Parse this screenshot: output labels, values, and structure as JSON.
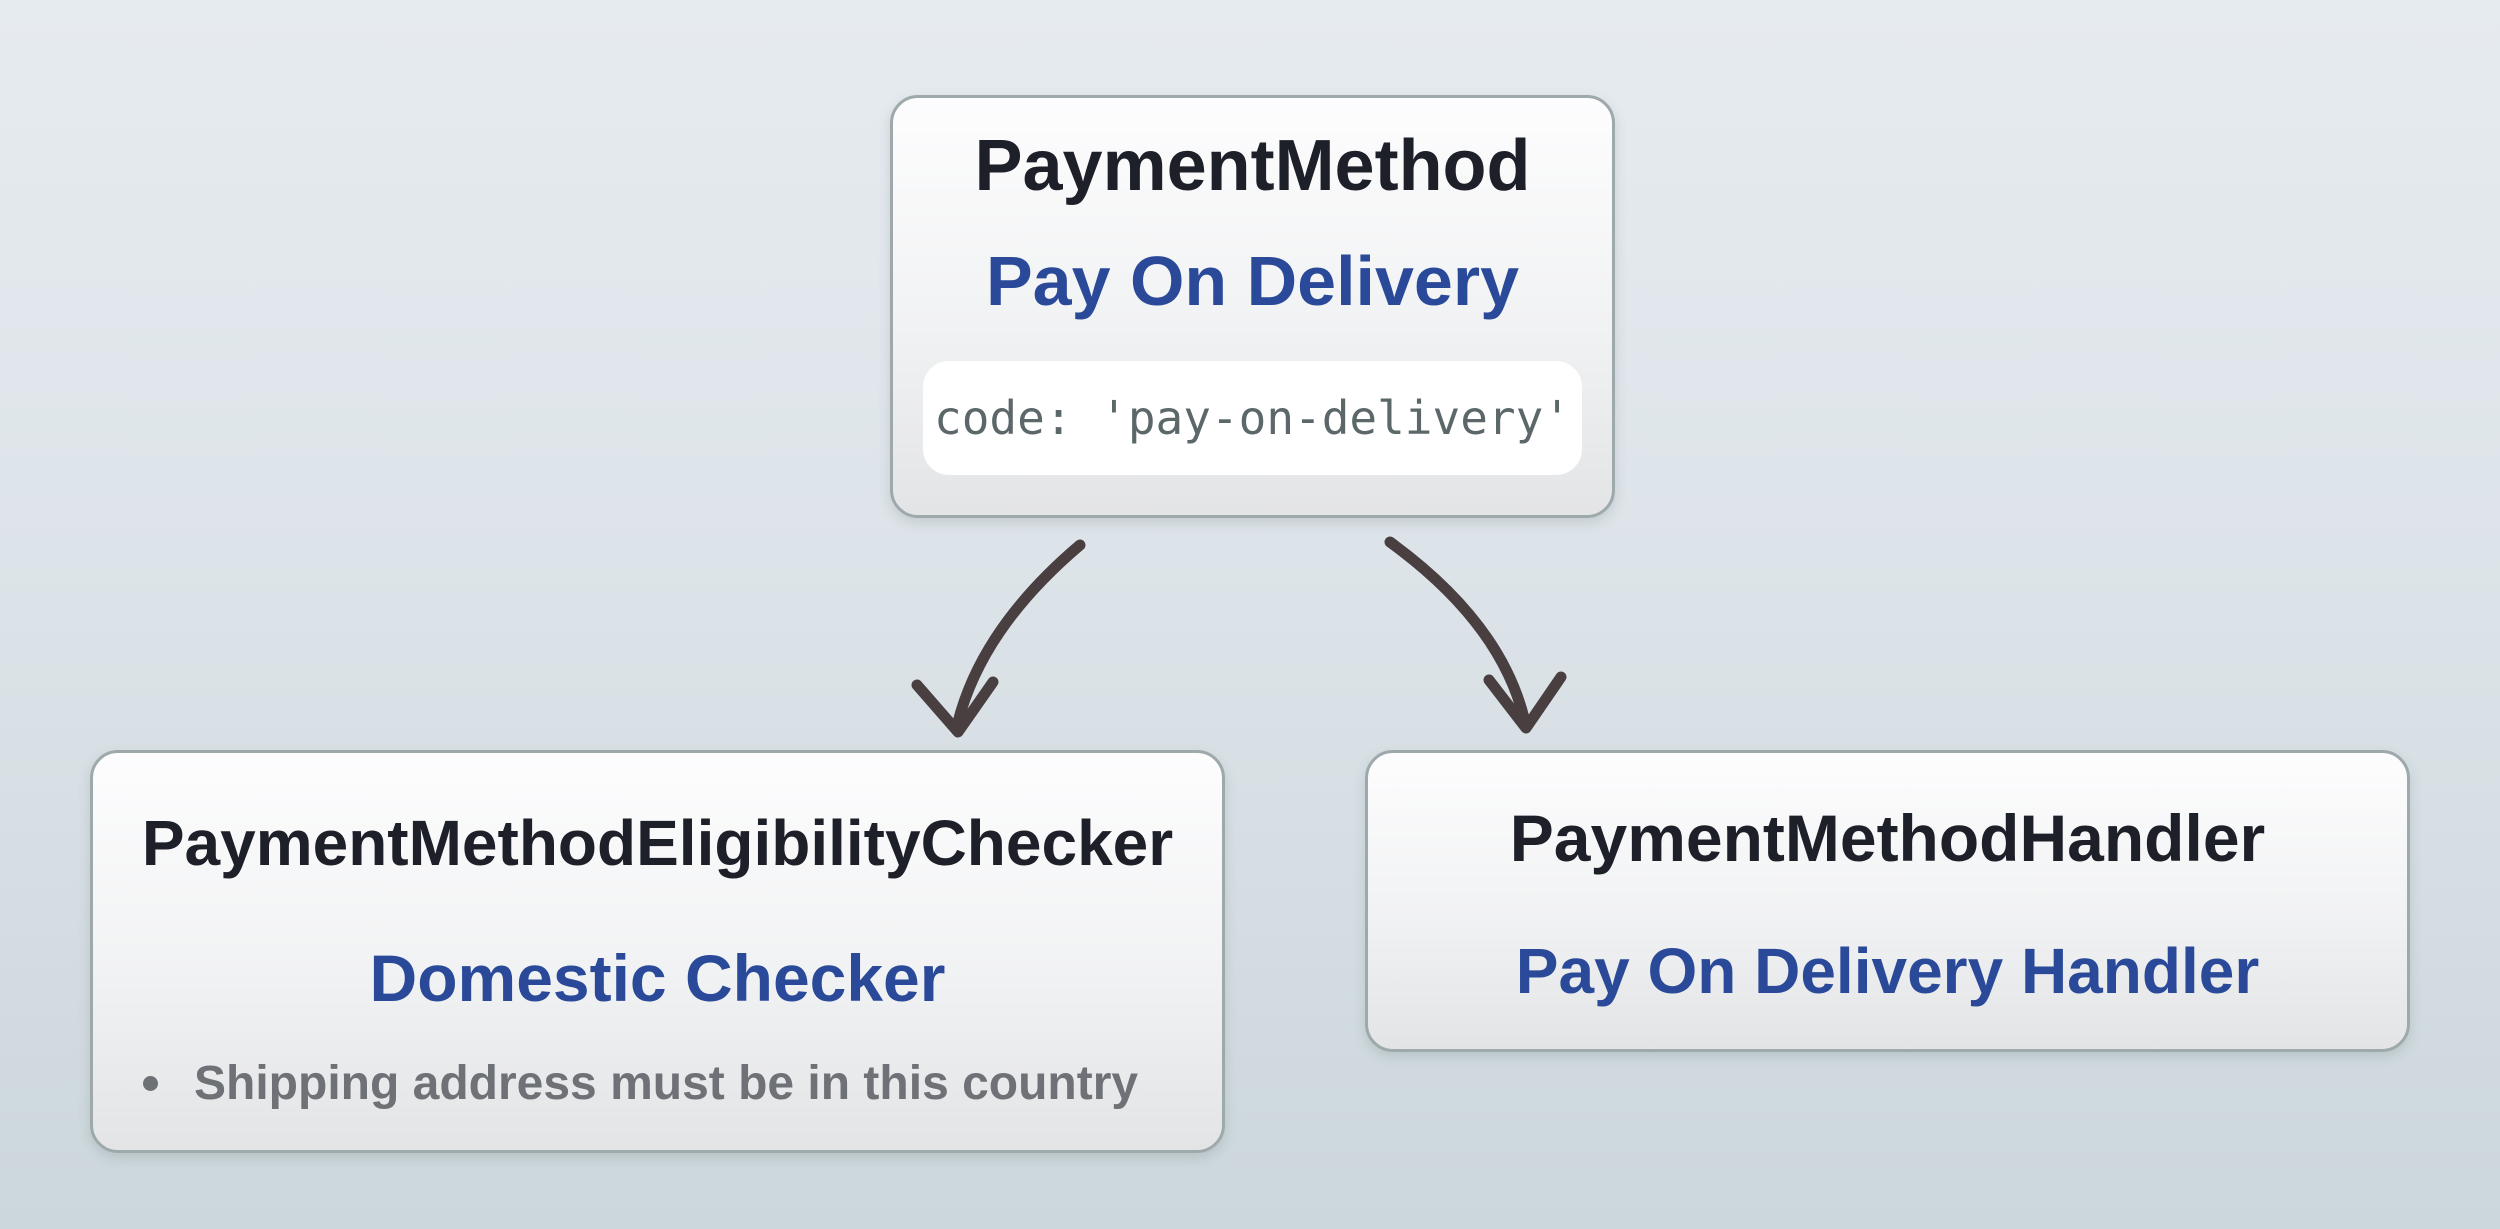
{
  "nodes": {
    "payment_method": {
      "class_name": "PaymentMethod",
      "instance_name": "Pay On Delivery",
      "code_snippet": "code: 'pay-on-delivery'"
    },
    "eligibility_checker": {
      "class_name": "PaymentMethodEligibilityChecker",
      "instance_name": "Domestic Checker",
      "rules": [
        "Shipping address must be in this country"
      ]
    },
    "handler": {
      "class_name": "PaymentMethodHandler",
      "instance_name": "Pay On Delivery Handler"
    }
  },
  "edges": [
    {
      "from": "payment_method",
      "to": "eligibility_checker"
    },
    {
      "from": "payment_method",
      "to": "handler"
    }
  ],
  "colors": {
    "class_name_text": "#1d1f29",
    "accent_blue": "#2a4a99",
    "rule_gray": "#6e7276",
    "code_text": "#5c676a",
    "code_pill_bg": "#ffffff",
    "arrow": "#493f41",
    "node_border": "#9ea9ab",
    "node_fill_top": "#fdfdfe",
    "node_fill_bottom": "#e3e4e6",
    "background_top": "#e6ebef",
    "background_mid": "#dde4e9",
    "background_bottom": "#ccd7db"
  }
}
